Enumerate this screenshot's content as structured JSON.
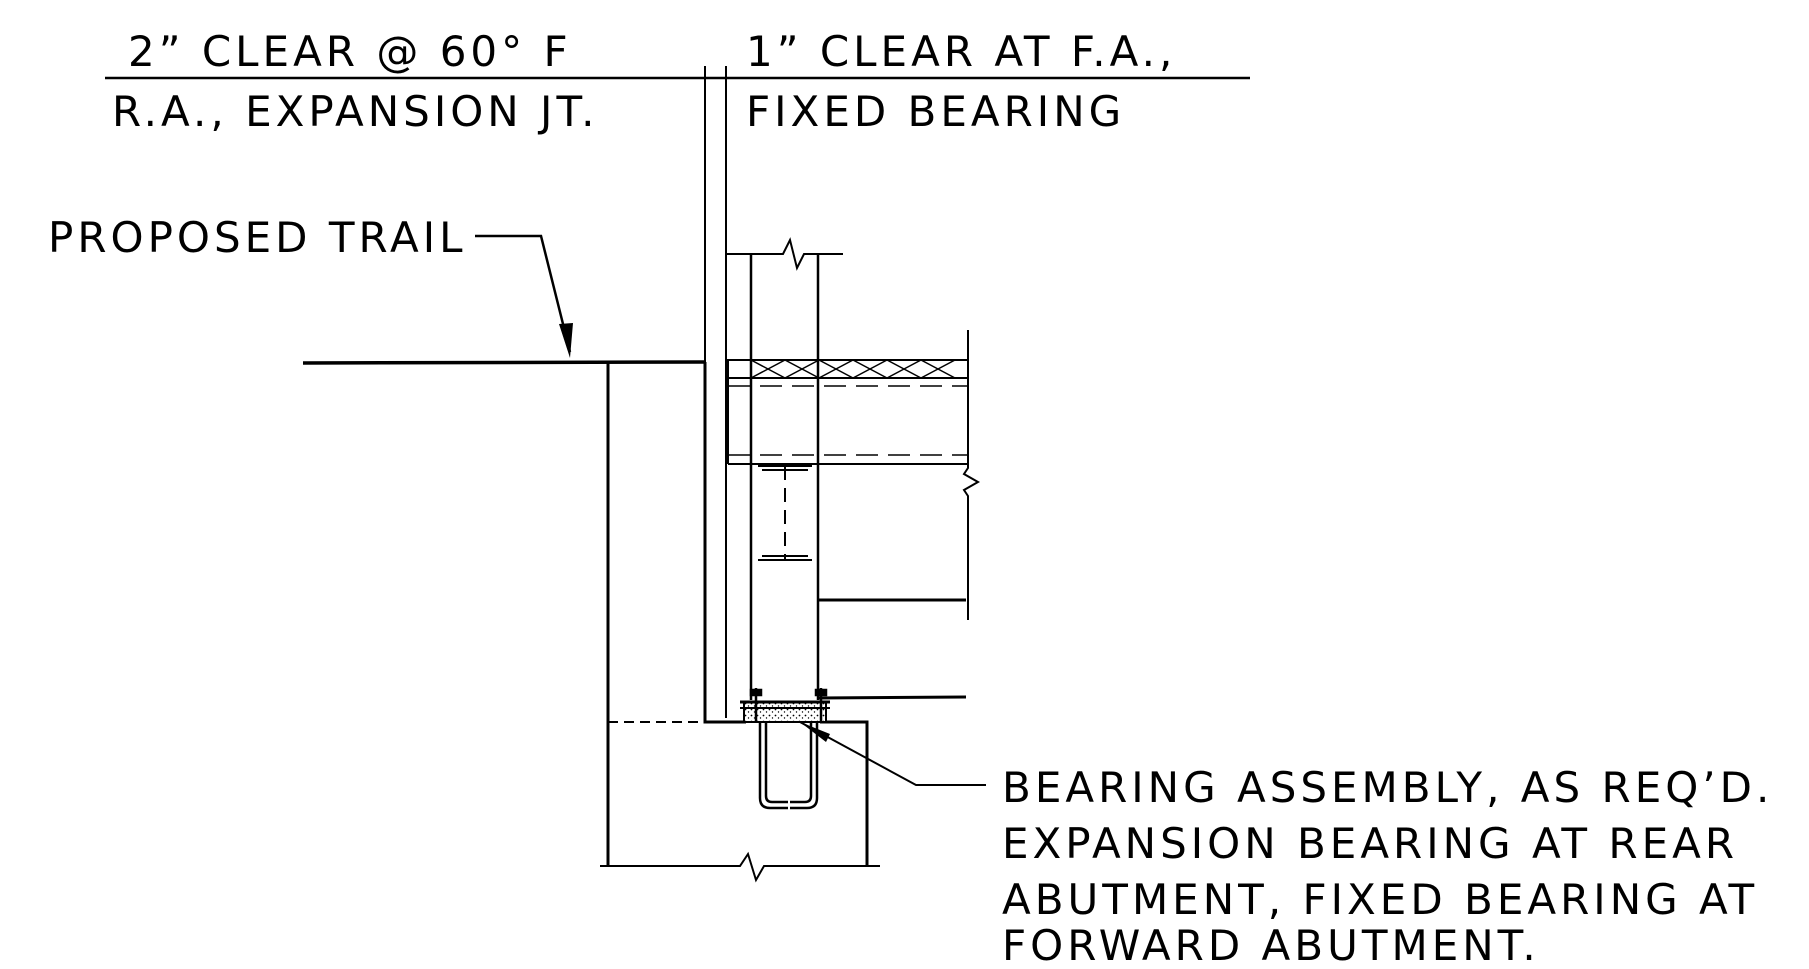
{
  "labels": {
    "left_top": "2” CLEAR @ 60° F",
    "left_bottom": "R.A., EXPANSION JT.",
    "right_top": "1” CLEAR AT F.A.,",
    "right_bottom": "FIXED BEARING",
    "trail": "PROPOSED TRAIL",
    "bearing_lines": [
      "BEARING ASSEMBLY, AS REQ’D.",
      "EXPANSION BEARING AT REAR",
      "ABUTMENT, FIXED BEARING AT",
      "FORWARD ABUTMENT."
    ]
  }
}
